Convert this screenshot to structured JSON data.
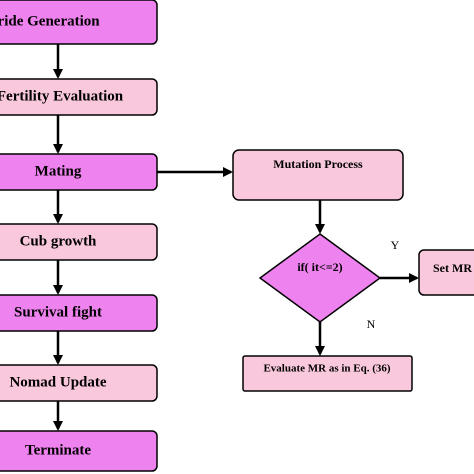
{
  "colors": {
    "magenta": "#ee82ee",
    "pink": "#f9c8dc",
    "stroke": "#000000"
  },
  "nodes": {
    "pride_generation": "Pride Generation",
    "fertility_evaluation": "Fertility Evaluation",
    "mating": "Mating",
    "cub_growth": "Cub growth",
    "survival_fight": "Survival fight",
    "nomad_update": "Nomad Update",
    "terminate": "Terminate",
    "mutation_process": "Mutation Process",
    "decision": "if( it<=2)",
    "set_mr": "Set MR",
    "evaluate_mr": "Evaluate MR as in Eq. (36)"
  },
  "edge_labels": {
    "yes": "Y",
    "no": "N"
  }
}
